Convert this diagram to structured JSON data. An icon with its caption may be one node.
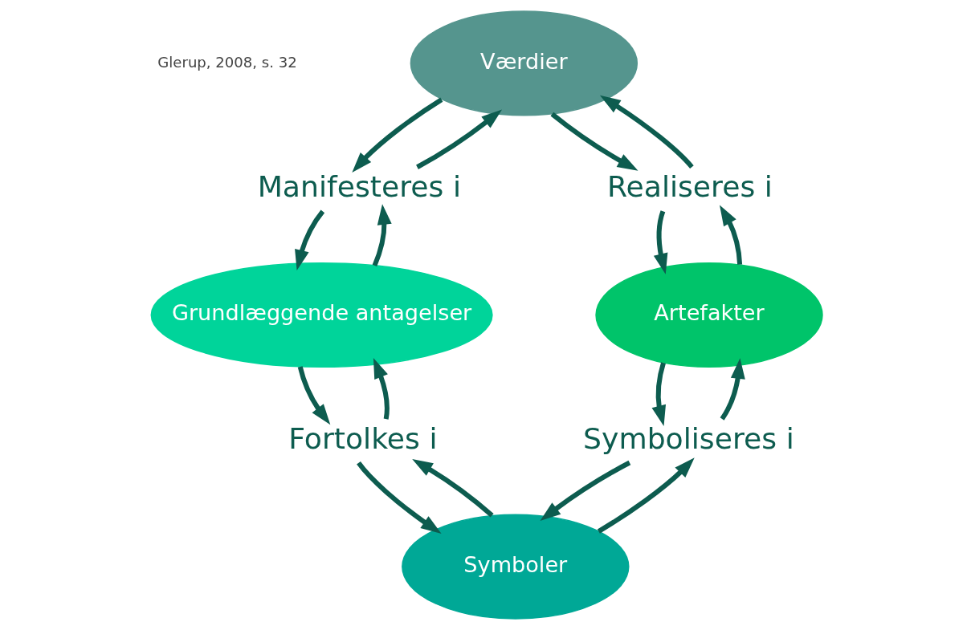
{
  "diagram": {
    "nodes": [
      {
        "text": [
          "Værdier"
        ]
      },
      {
        "text": [
          "Manifesteres i"
        ]
      },
      {
        "text": [
          "Realiseres i"
        ]
      },
      {
        "text": [
          "Grundlæggende antagelser"
        ]
      },
      {
        "text": [
          "Artefakter"
        ]
      },
      {
        "text": [
          "Fortolkes i"
        ]
      },
      {
        "text": [
          "Symboliseres i"
        ]
      },
      {
        "text": [
          "Symboler"
        ]
      }
    ],
    "edges": [
      {
        "from": 0,
        "to": 1,
        "arrow": "to"
      },
      {
        "from": 1,
        "to": 0,
        "arrow": "to"
      },
      {
        "from": 1,
        "to": 3,
        "arrow": "to"
      },
      {
        "from": 3,
        "to": 1,
        "arrow": "to"
      },
      {
        "from": 0,
        "to": 2,
        "arrow": "to"
      },
      {
        "from": 2,
        "to": 0,
        "arrow": "to"
      },
      {
        "from": 2,
        "to": 4,
        "arrow": "to"
      },
      {
        "from": 4,
        "to": 2,
        "arrow": "to"
      },
      {
        "from": 4,
        "to": 6,
        "arrow": "to"
      },
      {
        "from": 6,
        "to": 4,
        "arrow": "to"
      },
      {
        "from": 6,
        "to": 7,
        "arrow": "to"
      },
      {
        "from": 7,
        "to": 6,
        "arrow": "to"
      },
      {
        "from": 7,
        "to": 5,
        "arrow": "to"
      },
      {
        "from": 5,
        "to": 7,
        "arrow": "to"
      },
      {
        "from": 5,
        "to": 3,
        "arrow": "to"
      },
      {
        "from": 3,
        "to": 5,
        "arrow": "to"
      }
    ],
    "labels": [
      "Glerup, 2008, s. 32"
    ]
  }
}
